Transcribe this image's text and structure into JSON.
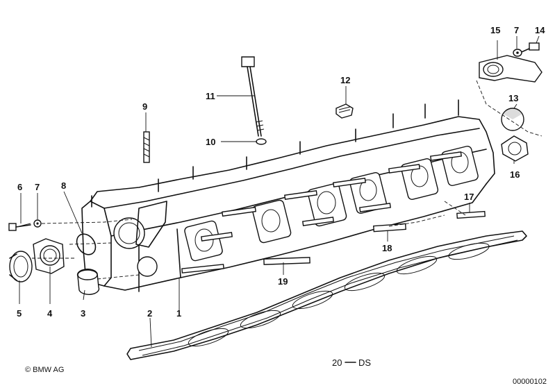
{
  "diagram": {
    "callouts": {
      "c1": "1",
      "c2": "2",
      "c3": "3",
      "c4": "4",
      "c5": "5",
      "c6": "6",
      "c7a": "7",
      "c7b": "7",
      "c8": "8",
      "c9": "9",
      "c10": "10",
      "c11": "11",
      "c12": "12",
      "c13": "13",
      "c14": "14",
      "c15": "15",
      "c16": "16",
      "c17": "17",
      "c18": "18",
      "c19": "19"
    },
    "gasket_code": "20",
    "gasket_suffix": "DS",
    "copyright": "© BMW AG",
    "drawing_number": "00000102"
  }
}
